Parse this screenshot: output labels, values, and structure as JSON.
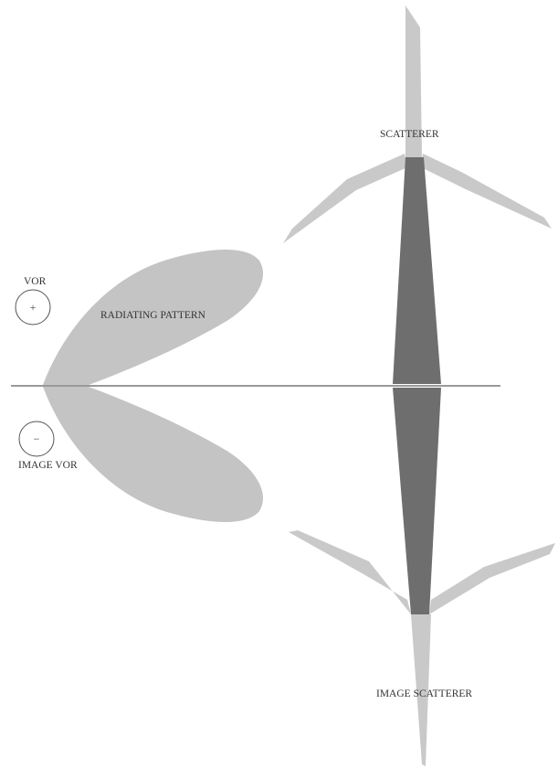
{
  "labels": {
    "scatterer": "SCATTERER",
    "radiating_pattern": "RADIATING PATTERN",
    "vor": "VOR",
    "vor_sign": "+",
    "image_vor": "IMAGE VOR",
    "image_vor_sign": "−",
    "image_scatterer": "IMAGE SCATTERER"
  },
  "colors": {
    "light_gray": "#c9c9c9",
    "lobe_gray": "#c4c4c4",
    "dark_gray": "#6e6e6e",
    "line": "#333333"
  }
}
